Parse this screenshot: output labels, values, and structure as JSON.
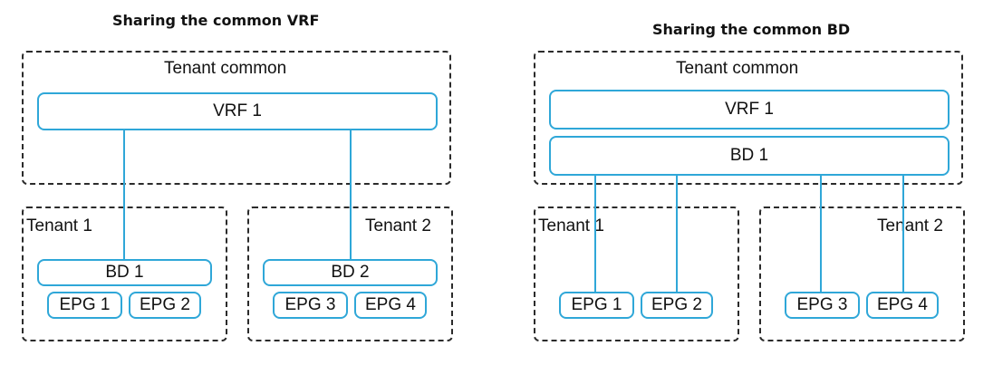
{
  "left": {
    "title": "Sharing the common VRF",
    "common_tenant": "Tenant common",
    "vrf": "VRF 1",
    "tenant1": {
      "label": "Tenant 1",
      "bd": "BD 1",
      "epgs": [
        "EPG 1",
        "EPG 2"
      ]
    },
    "tenant2": {
      "label": "Tenant 2",
      "bd": "BD 2",
      "epgs": [
        "EPG 3",
        "EPG 4"
      ]
    }
  },
  "right": {
    "title": "Sharing the common BD",
    "common_tenant": "Tenant common",
    "vrf": "VRF 1",
    "bd": "BD 1",
    "tenant1": {
      "label": "Tenant 1",
      "epgs": [
        "EPG 1",
        "EPG 2"
      ]
    },
    "tenant2": {
      "label": "Tenant 2",
      "epgs": [
        "EPG 3",
        "EPG 4"
      ]
    }
  },
  "colors": {
    "accent_line": "#2fa7d8",
    "dashed_border": "#2b2b2b"
  }
}
